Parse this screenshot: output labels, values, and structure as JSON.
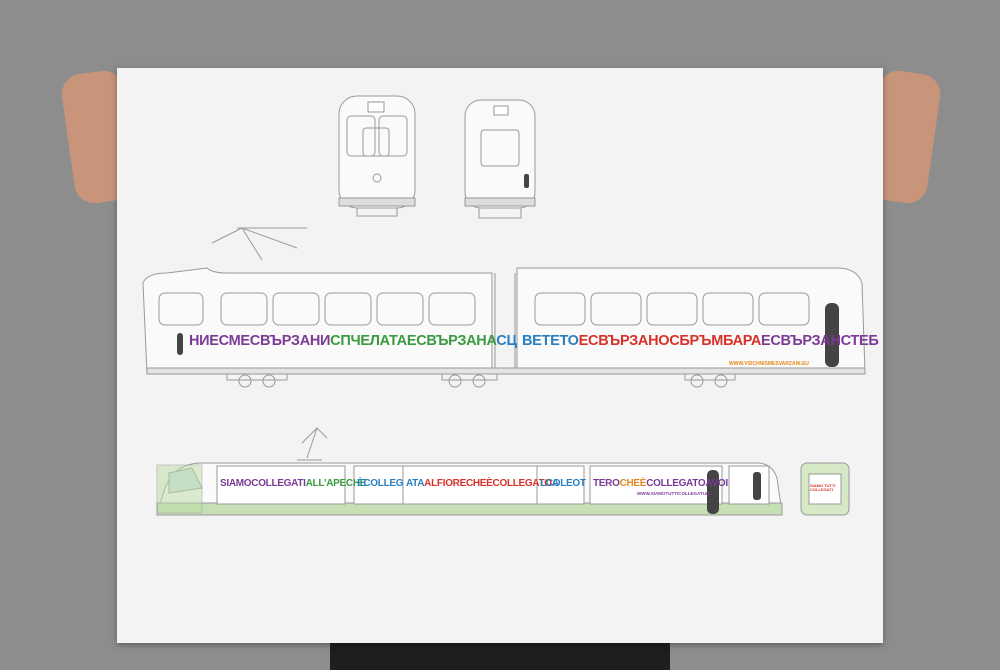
{
  "poster": {
    "colors": {
      "purple": "#7b3a96",
      "green": "#3a9a3f",
      "blue": "#2a7fc1",
      "red": "#d6322a",
      "orange": "#e38a1e",
      "lime": "#8fbf4b"
    },
    "old_tram": {
      "car1_segments": [
        {
          "text": "НИЕСМЕ",
          "color": "#7b3a96"
        },
        {
          "text": "СВЪРЗАНИ",
          "color": "#7b3a96"
        },
        {
          "text": "СПЧЕЛАТА",
          "color": "#3a9a3f"
        },
        {
          "text": "ЕСВЪРЗАНА",
          "color": "#3a9a3f"
        },
        {
          "text": "СЦ",
          "color": "#2a7fc1"
        }
      ],
      "car2_segments": [
        {
          "text": "ВЕТЕТО",
          "color": "#2a7fc1"
        },
        {
          "text": "ЕСВЪРЗАНО",
          "color": "#d6322a"
        },
        {
          "text": "СБРЪМБАРА",
          "color": "#d6322a"
        },
        {
          "text": "ЕСВЪРЗАН",
          "color": "#7b3a96"
        },
        {
          "text": "СТЕБ",
          "color": "#7b3a96"
        }
      ],
      "url": "WWW.VSICHNISMESVARZANI.EU"
    },
    "modern_tram": {
      "panels": [
        [
          {
            "text": "SIAMOCOLLEGATI",
            "color": "#7b3a96"
          },
          {
            "text": "ALL'APECHE",
            "color": "#3a9a3f"
          }
        ],
        [
          {
            "text": "ÈCOLLEG",
            "color": "#2a7fc1"
          }
        ],
        [
          {
            "text": "ATA",
            "color": "#2a7fc1"
          },
          {
            "text": "ALFIORECHEÈCOLLEGATO",
            "color": "#d6322a"
          },
          {
            "text": "A",
            "color": "#2a7fc1"
          }
        ],
        [
          {
            "text": "LCOLEOT",
            "color": "#2a7fc1"
          }
        ],
        [
          {
            "text": "TERO",
            "color": "#7b3a96"
          },
          {
            "text": "CHEÈ",
            "color": "#e38a1e"
          },
          {
            "text": "COLLEGATOAVOI",
            "color": "#7b3a96"
          }
        ]
      ],
      "url": "WWW.SIAMOTUTTICOLLEGATI.EU",
      "rear_text": "SIAMO TUTTI COLLEGATI"
    }
  }
}
